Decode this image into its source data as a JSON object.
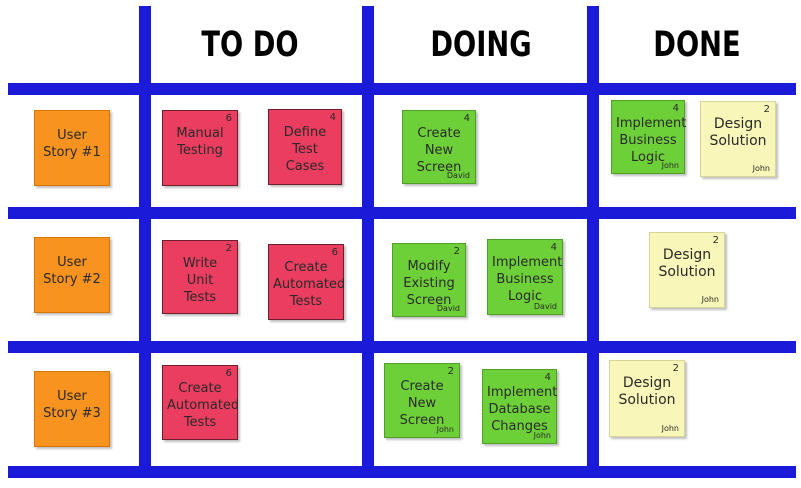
{
  "columns": [
    "TO DO",
    "DOING",
    "DONE"
  ],
  "colors": {
    "grid": "#1a1ad8",
    "story": "#f7931e",
    "task_todo": "#ea3d5f",
    "task_doing": "#6ed038",
    "task_done": "#f8f6b8"
  },
  "stories": [
    {
      "text": "User\nStory #1"
    },
    {
      "text": "User\nStory #2"
    },
    {
      "text": "User\nStory #3"
    }
  ],
  "notes": [
    {
      "text": "Manual\nTesting",
      "points": "6",
      "owner": ""
    },
    {
      "text": "Define\nTest\nCases",
      "points": "4",
      "owner": ""
    },
    {
      "text": "Create\nNew\nScreen",
      "points": "4",
      "owner": "David"
    },
    {
      "text": "Implement\nBusiness\nLogic",
      "points": "4",
      "owner": "John"
    },
    {
      "text": "Design\nSolution",
      "points": "2",
      "owner": "John"
    },
    {
      "text": "Write\nUnit\nTests",
      "points": "2",
      "owner": ""
    },
    {
      "text": "Create\nAutomated\nTests",
      "points": "6",
      "owner": ""
    },
    {
      "text": "Modify\nExisting\nScreen",
      "points": "2",
      "owner": "David"
    },
    {
      "text": "Implement\nBusiness\nLogic",
      "points": "4",
      "owner": "David"
    },
    {
      "text": "Design\nSolution",
      "points": "2",
      "owner": "John"
    },
    {
      "text": "Create\nAutomated\nTests",
      "points": "6",
      "owner": ""
    },
    {
      "text": "Create\nNew\nScreen",
      "points": "2",
      "owner": "John"
    },
    {
      "text": "Implement\nDatabase\nChanges",
      "points": "4",
      "owner": "John"
    },
    {
      "text": "Design\nSolution",
      "points": "2",
      "owner": "John"
    }
  ]
}
